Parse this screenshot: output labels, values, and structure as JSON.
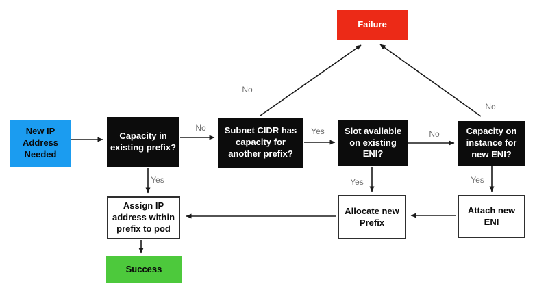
{
  "colors": {
    "start_blue": "#1b9cf0",
    "decision_black": "#0c0c0c",
    "failure_red": "#ec2a17",
    "success_green": "#4dc93c",
    "process_white": "#ffffff",
    "arrow": "#1a1a1a",
    "edge_label_gray": "#6e6e6e"
  },
  "nodes": {
    "start": {
      "label": "New IP\nAddress\nNeeded",
      "type": "start"
    },
    "capacity_prefix": {
      "label": "Capacity in\nexisting prefix?",
      "type": "decision"
    },
    "subnet_cidr": {
      "label": "Subnet CIDR has\ncapacity for\nanother prefix?",
      "type": "decision"
    },
    "slot_available": {
      "label": "Slot available\non existing\nENI?",
      "type": "decision"
    },
    "capacity_instance": {
      "label": "Capacity on\ninstance for\nnew ENI?",
      "type": "decision"
    },
    "failure": {
      "label": "Failure",
      "type": "terminal-failure"
    },
    "assign_ip": {
      "label": "Assign IP\naddress within\nprefix to pod",
      "type": "process"
    },
    "allocate_prefix": {
      "label": "Allocate new\nPrefix",
      "type": "process"
    },
    "attach_eni": {
      "label": "Attach new\nENI",
      "type": "process"
    },
    "success": {
      "label": "Success",
      "type": "terminal-success"
    }
  },
  "edges": [
    {
      "from": "start",
      "to": "capacity_prefix",
      "label": ""
    },
    {
      "from": "capacity_prefix",
      "to": "subnet_cidr",
      "label": "No"
    },
    {
      "from": "capacity_prefix",
      "to": "assign_ip",
      "label": "Yes"
    },
    {
      "from": "subnet_cidr",
      "to": "failure",
      "label": "No"
    },
    {
      "from": "subnet_cidr",
      "to": "slot_available",
      "label": "Yes"
    },
    {
      "from": "slot_available",
      "to": "capacity_instance",
      "label": "No"
    },
    {
      "from": "slot_available",
      "to": "allocate_prefix",
      "label": "Yes"
    },
    {
      "from": "capacity_instance",
      "to": "failure",
      "label": "No"
    },
    {
      "from": "capacity_instance",
      "to": "attach_eni",
      "label": "Yes"
    },
    {
      "from": "attach_eni",
      "to": "allocate_prefix",
      "label": ""
    },
    {
      "from": "allocate_prefix",
      "to": "assign_ip",
      "label": ""
    },
    {
      "from": "assign_ip",
      "to": "success",
      "label": ""
    }
  ]
}
